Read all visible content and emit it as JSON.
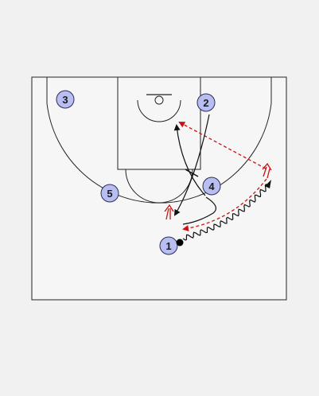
{
  "diagram": {
    "colors": {
      "page_background": "#f1f1f1",
      "court_fill": "#f6f6f6",
      "court_line": "#222222",
      "player_fill": "#b8bff0",
      "player_stroke": "#2b2b5a",
      "cut_line": "#111111",
      "pass_line": "#cc1111",
      "screen_line": "#111111",
      "ball": "#000000"
    },
    "players": [
      {
        "id": "player-1",
        "label": "1"
      },
      {
        "id": "player-2",
        "label": "2"
      },
      {
        "id": "player-3",
        "label": "3"
      },
      {
        "id": "player-4",
        "label": "4"
      },
      {
        "id": "player-5",
        "label": "5"
      }
    ],
    "actions": [
      {
        "type": "dribble",
        "from": "1",
        "to": "wing-right"
      },
      {
        "type": "pass",
        "from": "wing-right",
        "to": "high-post-left"
      },
      {
        "type": "pass",
        "from": "wing-right",
        "to": "1"
      },
      {
        "type": "cut",
        "from": "2",
        "to": "1"
      },
      {
        "type": "cut",
        "from": "4",
        "to": "high-post"
      },
      {
        "type": "screen",
        "by": "4"
      }
    ]
  }
}
